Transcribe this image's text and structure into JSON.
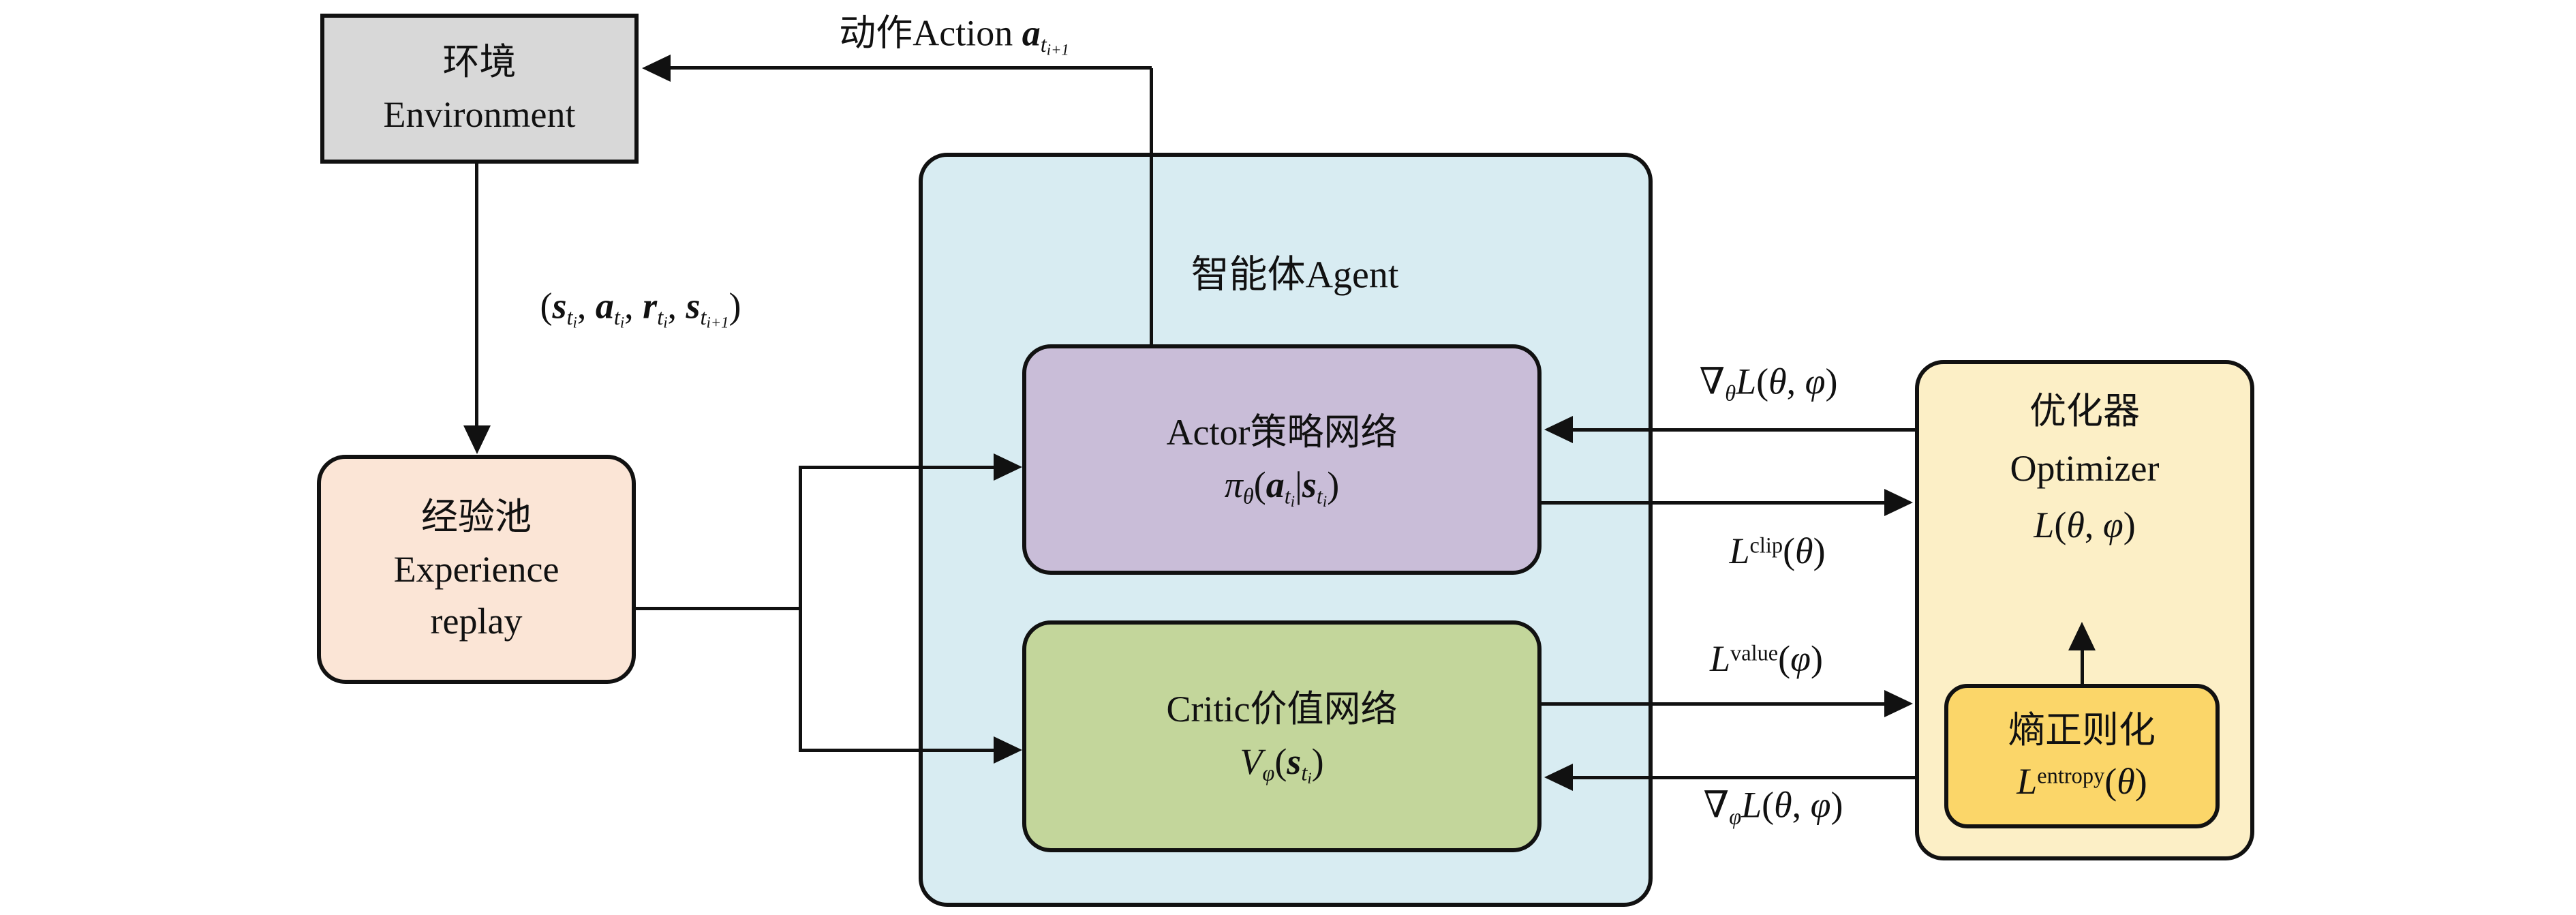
{
  "diagram": {
    "environment": {
      "line1": "环境",
      "line2": "Environment"
    },
    "experience": {
      "line1": "经验池",
      "line2": "Experience",
      "line3": "replay"
    },
    "agent": {
      "label": "智能体Agent"
    },
    "actor": {
      "title": "Actor策略网络",
      "formula": [
        {
          "t": "π",
          "i": true
        },
        {
          "t": "θ",
          "i": true,
          "d": 1
        },
        {
          "t": "("
        },
        {
          "t": "a",
          "b": true,
          "i": true
        },
        {
          "t": "t",
          "i": true,
          "d": 1
        },
        {
          "t": "i",
          "i": true,
          "d": 2
        },
        {
          "t": "|"
        },
        {
          "t": "s",
          "b": true,
          "i": true
        },
        {
          "t": "t",
          "i": true,
          "d": 1
        },
        {
          "t": "i",
          "i": true,
          "d": 2
        },
        {
          "t": ")"
        }
      ]
    },
    "critic": {
      "title": "Critic价值网络",
      "formula": [
        {
          "t": "V",
          "i": true
        },
        {
          "t": "φ",
          "i": true,
          "d": 1
        },
        {
          "t": "("
        },
        {
          "t": "s",
          "b": true,
          "i": true
        },
        {
          "t": "t",
          "i": true,
          "d": 1
        },
        {
          "t": "i",
          "i": true,
          "d": 2
        },
        {
          "t": ")"
        }
      ]
    },
    "optimizer": {
      "line1": "优化器",
      "line2": "Optimizer",
      "formula": [
        {
          "t": "L",
          "i": true
        },
        {
          "t": "("
        },
        {
          "t": "θ",
          "i": true
        },
        {
          "t": ", "
        },
        {
          "t": "φ",
          "i": true
        },
        {
          "t": ")"
        }
      ]
    },
    "entropy": {
      "title": "熵正则化",
      "formula": [
        {
          "t": "L",
          "i": true
        },
        {
          "t": "entropy",
          "d": -1
        },
        {
          "t": "("
        },
        {
          "t": "θ",
          "i": true
        },
        {
          "t": ")"
        }
      ]
    },
    "labels": {
      "action": [
        {
          "t": "动作Action "
        },
        {
          "t": "a",
          "b": true,
          "i": true
        },
        {
          "t": "t",
          "i": true,
          "d": 1
        },
        {
          "t": "i+1",
          "i": true,
          "d": 2
        }
      ],
      "transition": [
        {
          "t": "("
        },
        {
          "t": "s",
          "b": true,
          "i": true
        },
        {
          "t": "t",
          "i": true,
          "d": 1
        },
        {
          "t": "i",
          "i": true,
          "d": 2
        },
        {
          "t": ", "
        },
        {
          "t": "a",
          "b": true,
          "i": true
        },
        {
          "t": "t",
          "i": true,
          "d": 1
        },
        {
          "t": "i",
          "i": true,
          "d": 2
        },
        {
          "t": ", "
        },
        {
          "t": "r",
          "b": true,
          "i": true
        },
        {
          "t": "t",
          "i": true,
          "d": 1
        },
        {
          "t": "i",
          "i": true,
          "d": 2
        },
        {
          "t": ", "
        },
        {
          "t": "s",
          "b": true,
          "i": true
        },
        {
          "t": "t",
          "i": true,
          "d": 1
        },
        {
          "t": "i+1",
          "i": true,
          "d": 2
        },
        {
          "t": ")"
        }
      ],
      "grad_theta": [
        {
          "t": "∇"
        },
        {
          "t": "θ",
          "i": true,
          "d": 1
        },
        {
          "t": "L",
          "i": true
        },
        {
          "t": "("
        },
        {
          "t": "θ",
          "i": true
        },
        {
          "t": ", "
        },
        {
          "t": "φ",
          "i": true
        },
        {
          "t": ")"
        }
      ],
      "l_clip": [
        {
          "t": "L",
          "i": true
        },
        {
          "t": "clip",
          "d": -1
        },
        {
          "t": "("
        },
        {
          "t": "θ",
          "i": true
        },
        {
          "t": ")"
        }
      ],
      "l_value": [
        {
          "t": "L",
          "i": true
        },
        {
          "t": "value",
          "d": -1
        },
        {
          "t": "("
        },
        {
          "t": "φ",
          "i": true
        },
        {
          "t": ")"
        }
      ],
      "grad_phi": [
        {
          "t": "∇"
        },
        {
          "t": "φ",
          "i": true,
          "d": 1
        },
        {
          "t": "L",
          "i": true
        },
        {
          "t": "("
        },
        {
          "t": "θ",
          "i": true
        },
        {
          "t": ", "
        },
        {
          "t": "φ",
          "i": true
        },
        {
          "t": ")"
        }
      ]
    },
    "colors": {
      "env_fill": "#d8d8d8",
      "exp_fill": "#fbe5d6",
      "agent_fill": "#d8ecf2",
      "actor_fill": "#c9bdd8",
      "critic_fill": "#c3d69b",
      "optimizer_fill": "#fcefc6",
      "entropy_fill": "#fbd669",
      "line_color": "#111111",
      "text_color": "#111111"
    }
  }
}
